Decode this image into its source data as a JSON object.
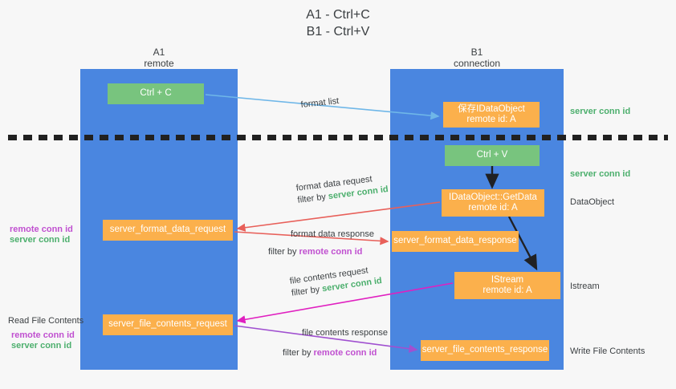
{
  "title": {
    "line1": "A1 - Ctrl+C",
    "line2": "B1 - Ctrl+V"
  },
  "lanes": [
    {
      "name": "A1",
      "role": "remote"
    },
    {
      "name": "B1",
      "role": "connection"
    }
  ],
  "boxes": {
    "ctrl_c": {
      "line1": "Ctrl + C",
      "line2": "",
      "color": "#78c47e"
    },
    "save_idataobject": {
      "line1": "保存IDataObject",
      "line2": "remote id: A",
      "color": "#fbb04c"
    },
    "ctrl_v": {
      "line1": "Ctrl + V",
      "line2": "",
      "color": "#78c47e"
    },
    "getdata": {
      "line1": "IDataObject::GetData",
      "line2": "remote id: A",
      "color": "#fbb04c"
    },
    "format_data_request": {
      "line1": "server_format_data_request",
      "line2": "",
      "color": "#fbb04c"
    },
    "format_data_response": {
      "line1": "server_format_data_response",
      "line2": "",
      "color": "#fbb04c"
    },
    "istream": {
      "line1": "IStream",
      "line2": "remote id: A",
      "color": "#fbb04c"
    },
    "file_contents_request": {
      "line1": "server_file_contents_request",
      "line2": "",
      "color": "#fbb04c"
    },
    "file_contents_response": {
      "line1": "server_file_contents_response",
      "line2": "",
      "color": "#fbb04c"
    }
  },
  "flows": {
    "format_list": "format list",
    "format_data_request_t1": "format data request",
    "format_data_request_t2a": "filter by ",
    "format_data_request_t2b": "server conn id",
    "format_data_response_t1": "format data response",
    "format_data_response_t2a": "filter by ",
    "format_data_response_t2b": "remote conn id",
    "file_contents_request_t1": "file contents request",
    "file_contents_request_t2a": "filter by ",
    "file_contents_request_t2b": "server conn id",
    "file_contents_response_t1": "file contents response",
    "file_contents_response_t2a": "filter by ",
    "file_contents_response_t2b": "remote conn id"
  },
  "right_labels": {
    "server_conn_id_top": "server conn id",
    "server_conn_id_mid": "server conn id",
    "dataobject": "DataObject",
    "istream": "Istream",
    "write_file_contents": "Write File Contents"
  },
  "left_labels": {
    "remote_conn_id_1": "remote conn id",
    "server_conn_id_1": "server conn id",
    "read_file_contents": "Read File Contents",
    "remote_conn_id_2": "remote conn id",
    "server_conn_id_2": "server conn id"
  },
  "colors": {
    "lane": "#4a86e0",
    "green_box": "#78c47e",
    "orange_box": "#fbb04c",
    "green_text": "#4caf6d",
    "magenta_text": "#c050d0",
    "arrow_blue": "#6fb7e8",
    "arrow_red": "#e8605a",
    "arrow_magenta": "#e020c0",
    "arrow_purple": "#a050d0",
    "arrow_dark": "#202124",
    "background": "#f7f7f7"
  }
}
